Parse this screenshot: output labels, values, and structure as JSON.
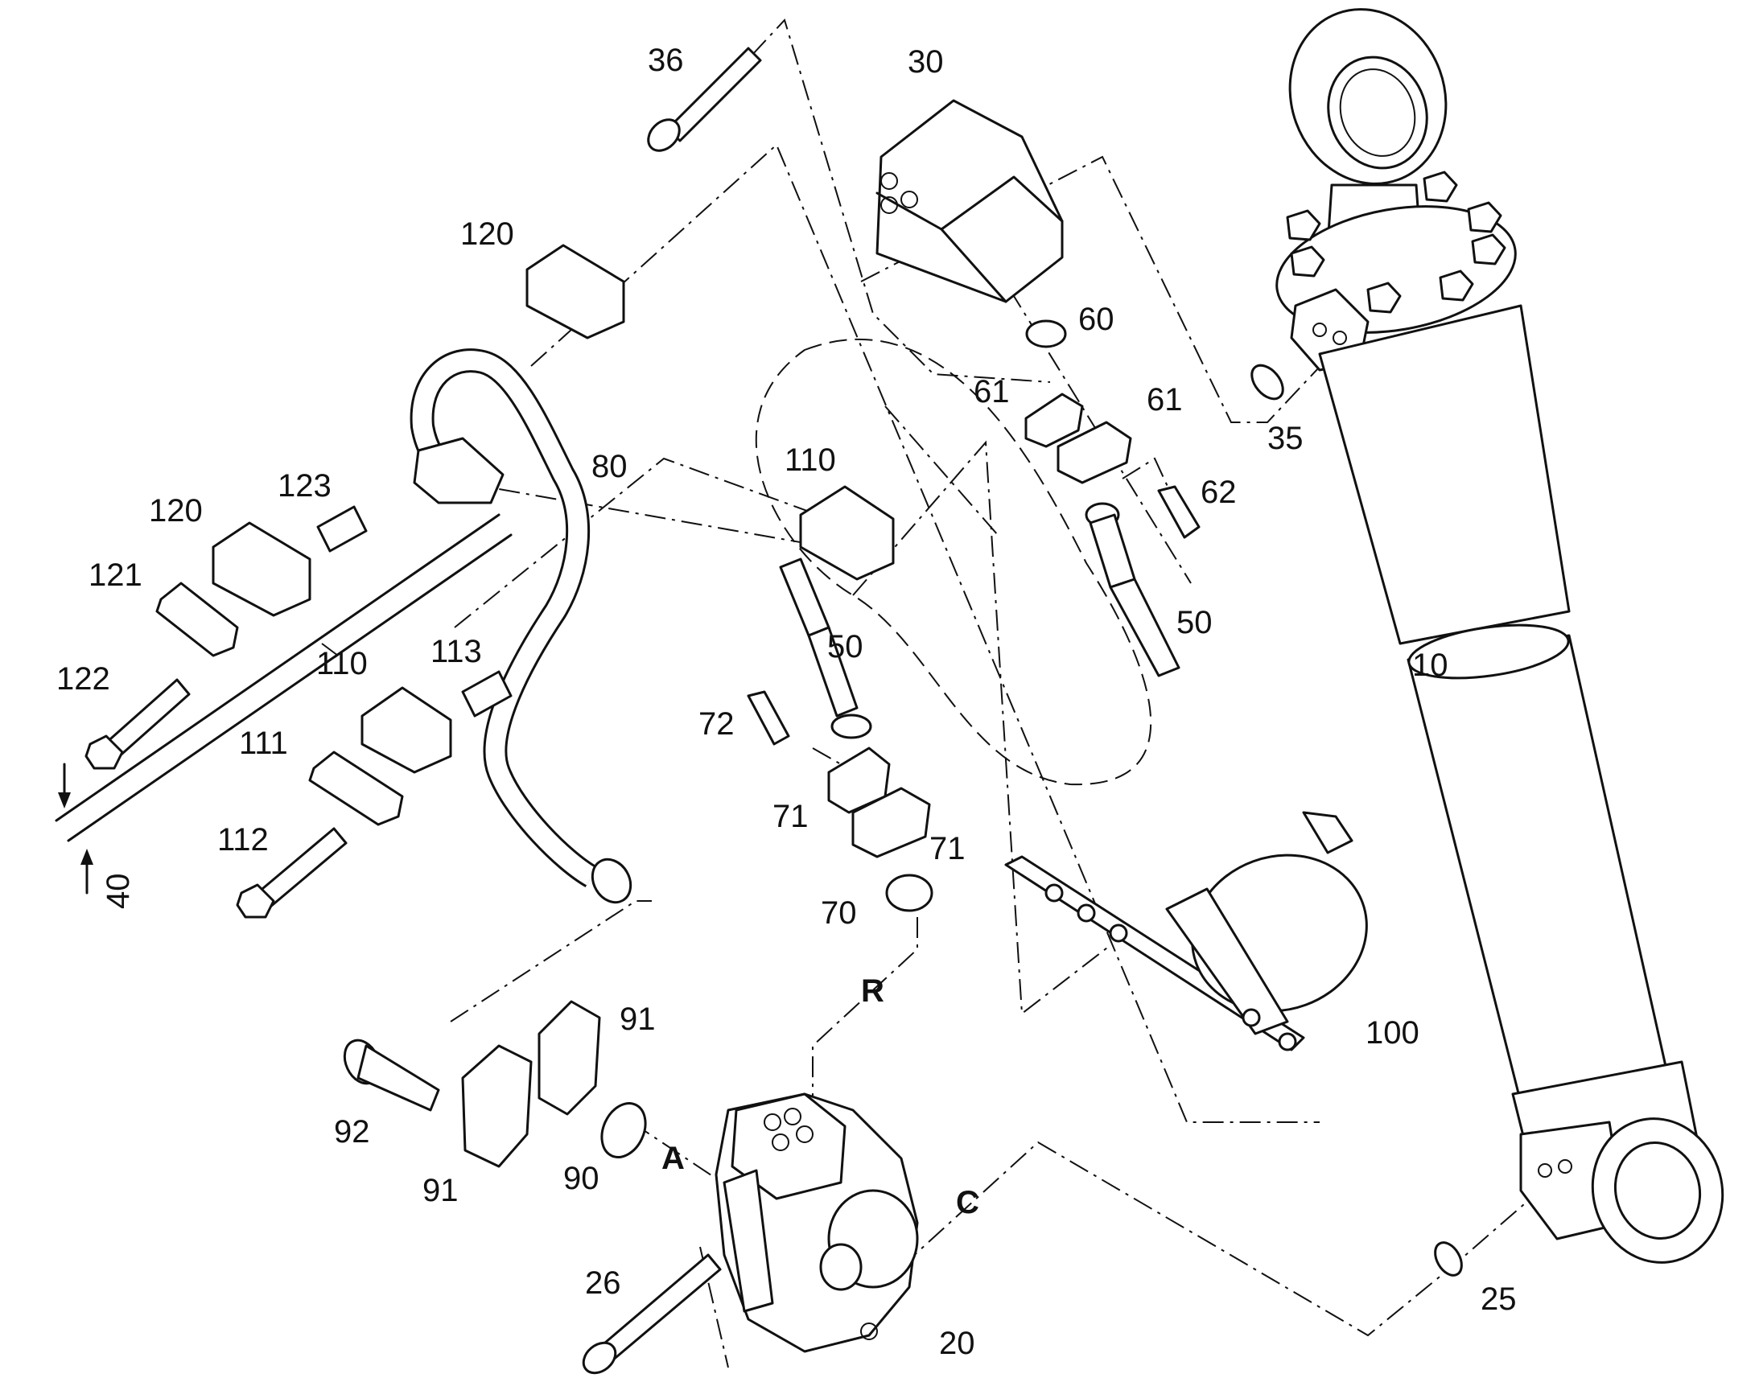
{
  "labels": {
    "p10": "10",
    "p20": "20",
    "p25": "25",
    "p26": "26",
    "p30": "30",
    "p35": "35",
    "p36": "36",
    "p40": "40",
    "p50a": "50",
    "p50b": "50",
    "p60": "60",
    "p61a": "61",
    "p61b": "61",
    "p62": "62",
    "p70": "70",
    "p71a": "71",
    "p71b": "71",
    "p72": "72",
    "p80": "80",
    "p90": "90",
    "p91a": "91",
    "p91b": "91",
    "p92": "92",
    "p100": "100",
    "p110a": "110",
    "p110b": "110",
    "p111": "111",
    "p112": "112",
    "p113": "113",
    "p120a": "120",
    "p120b": "120",
    "p121": "121",
    "p122": "122",
    "p123": "123"
  },
  "ports": {
    "R": "R",
    "A": "A",
    "C": "C"
  }
}
